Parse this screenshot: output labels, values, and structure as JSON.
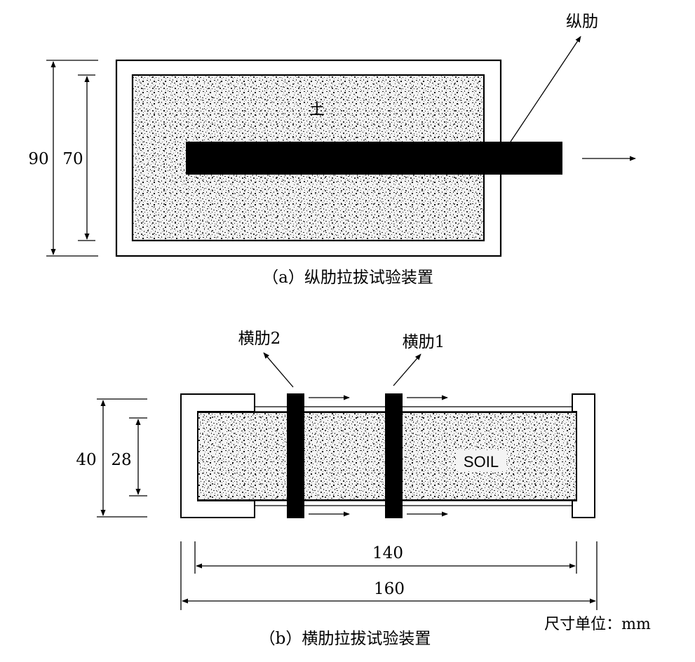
{
  "diagram_a": {
    "soil_label": "土",
    "rib_label": "纵肋",
    "dim_outer": "90",
    "dim_inner": "70",
    "caption": "（a）纵肋拉拔试验装置"
  },
  "diagram_b": {
    "rib2_label": "横肋2",
    "rib1_label": "横肋1",
    "soil_label": "SOIL",
    "dim_outer_h": "40",
    "dim_inner_h": "28",
    "dim_inner_w": "140",
    "dim_outer_w": "160",
    "caption": "（b）横肋拉拔试验装置"
  },
  "unit_note": "尺寸单位：mm"
}
